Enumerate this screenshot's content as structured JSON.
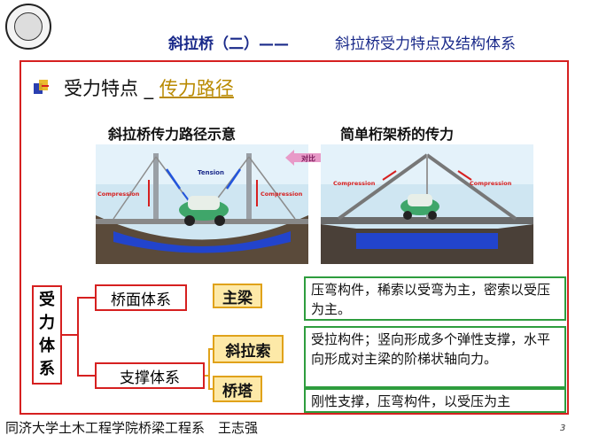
{
  "header": {
    "title_bold": "斜拉桥（二）——",
    "title_rest": "斜拉桥受力特点及结构体系",
    "logo_icon": "university-seal-icon"
  },
  "section": {
    "bullet_icon": "square-bullet-icon",
    "heading": "受力特点 _ ",
    "heading_link": "传力路径"
  },
  "figures": {
    "caption_left": "斜拉桥传力路径示意",
    "caption_right": "简单桁架桥的传力",
    "compare_label": "对比",
    "left_labels": {
      "tension": "Tension",
      "compression_left": "Compression",
      "compression_right": "Compression"
    },
    "right_labels": {
      "compression_left": "Compression",
      "compression_right": "Compression"
    }
  },
  "system": {
    "title_chars": [
      "受",
      "力",
      "体",
      "系"
    ],
    "deck_system": "桥面体系",
    "support_system": "支撑体系",
    "girder": "主梁",
    "stay_cable": "斜拉索",
    "tower": "桥塔",
    "desc_girder": "压弯构件，稀索以受弯为主，密索以受压为主。",
    "desc_cable": "受拉构件；竖向形成多个弹性支撑，水平向形成对主梁的阶梯状轴向力。",
    "desc_tower": "刚性支撑，压弯构件，以受压为主"
  },
  "footer": {
    "text": "同济大学土木工程学院桥梁工程系　王志强",
    "page": "3"
  },
  "colors": {
    "title": "#1a2a8a",
    "frame": "#d62020",
    "link": "#b98a00",
    "orange_border": "#e0a21a",
    "orange_fill": "#fde9a8",
    "green_border": "#2e9d3e"
  }
}
